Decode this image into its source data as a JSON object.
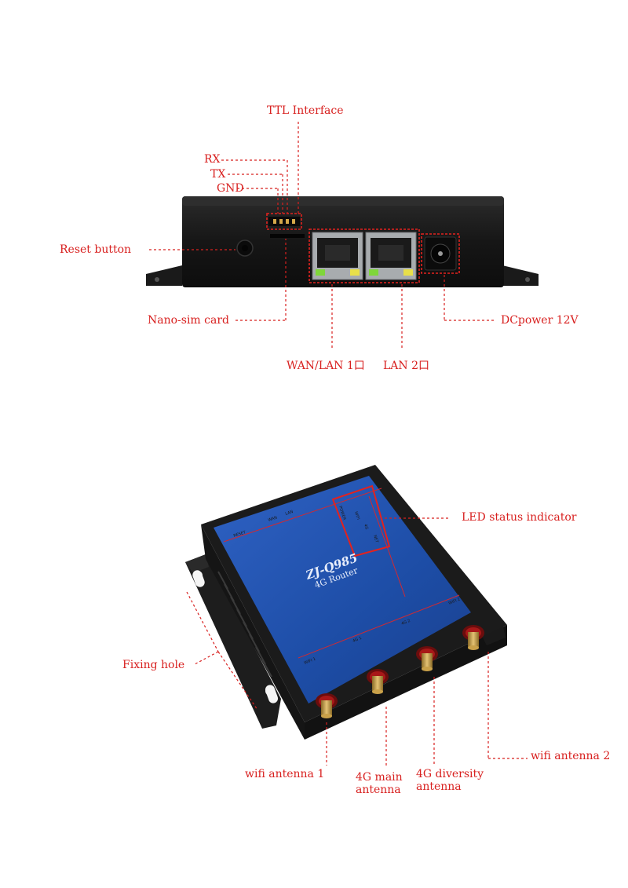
{
  "labels": {
    "ttl_interface": "TTL Interface",
    "rx": "RX",
    "tx": "TX",
    "gnd": "GND",
    "reset_button": "Reset button",
    "nano_sim_card": "Nano-sim card",
    "wan_lan_port": "WAN/LAN 1口",
    "lan_port": "LAN 2口",
    "dc_power": "DCpower 12V",
    "led_status": "LED status indicator",
    "fixing_hole": "Fixing hole",
    "wifi_antenna_1": "wifi antenna 1",
    "wifi_antenna_2": "wifi antenna 2",
    "main_antenna_line1": "4G main",
    "main_antenna_line2": "antenna",
    "diversity_line1": "4G diversity",
    "diversity_line2": "antenna"
  },
  "device": {
    "model": "ZJ-Q985",
    "subtitle": "4G Router",
    "port_tags": [
      "WIFI 2",
      "4G 2",
      "4G 1",
      "WIFI 1"
    ],
    "icon_tags": [
      "RESET",
      "WAN",
      "LAN"
    ],
    "led_tags": [
      "POWER",
      "WIFI",
      "4G",
      "NET"
    ]
  },
  "colors": {
    "annotation": "#d8201f",
    "panel_blue": "#1f4fa8",
    "case_black": "#1c1c1c",
    "led_green": "#7fd63a",
    "led_yellow": "#e8df4a",
    "brass": "#c9a14a"
  }
}
